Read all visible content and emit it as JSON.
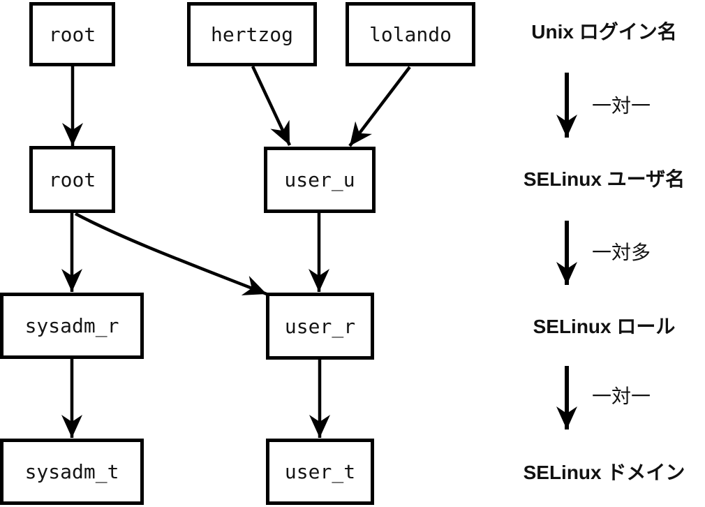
{
  "diagram": {
    "background": "#ffffff",
    "line_color": "#000000",
    "nodes": [
      {
        "id": "unix-login-root",
        "label": "root"
      },
      {
        "id": "unix-login-hertzog",
        "label": "hertzog"
      },
      {
        "id": "unix-login-lolando",
        "label": "lolando"
      },
      {
        "id": "selinux-user-root",
        "label": "root"
      },
      {
        "id": "selinux-user-user_u",
        "label": "user_u"
      },
      {
        "id": "selinux-role-sysadm_r",
        "label": "sysadm_r"
      },
      {
        "id": "selinux-role-user_r",
        "label": "user_r"
      },
      {
        "id": "selinux-domain-sysadm_t",
        "label": "sysadm_t"
      },
      {
        "id": "selinux-domain-user_t",
        "label": "user_t"
      }
    ],
    "edges": [
      {
        "from": "unix-login-root",
        "to": "selinux-user-root"
      },
      {
        "from": "unix-login-hertzog",
        "to": "selinux-user-user_u"
      },
      {
        "from": "unix-login-lolando",
        "to": "selinux-user-user_u"
      },
      {
        "from": "selinux-user-root",
        "to": "selinux-role-sysadm_r"
      },
      {
        "from": "selinux-user-root",
        "to": "selinux-role-user_r"
      },
      {
        "from": "selinux-user-user_u",
        "to": "selinux-role-user_r"
      },
      {
        "from": "selinux-role-sysadm_r",
        "to": "selinux-domain-sysadm_t"
      },
      {
        "from": "selinux-role-user_r",
        "to": "selinux-domain-user_t"
      }
    ],
    "legend": {
      "levels": [
        "Unix ログイン名",
        "SELinux ユーザ名",
        "SELinux ロール",
        "SELinux ドメイン"
      ],
      "relations": [
        "一対一",
        "一対多",
        "一対一"
      ]
    }
  }
}
